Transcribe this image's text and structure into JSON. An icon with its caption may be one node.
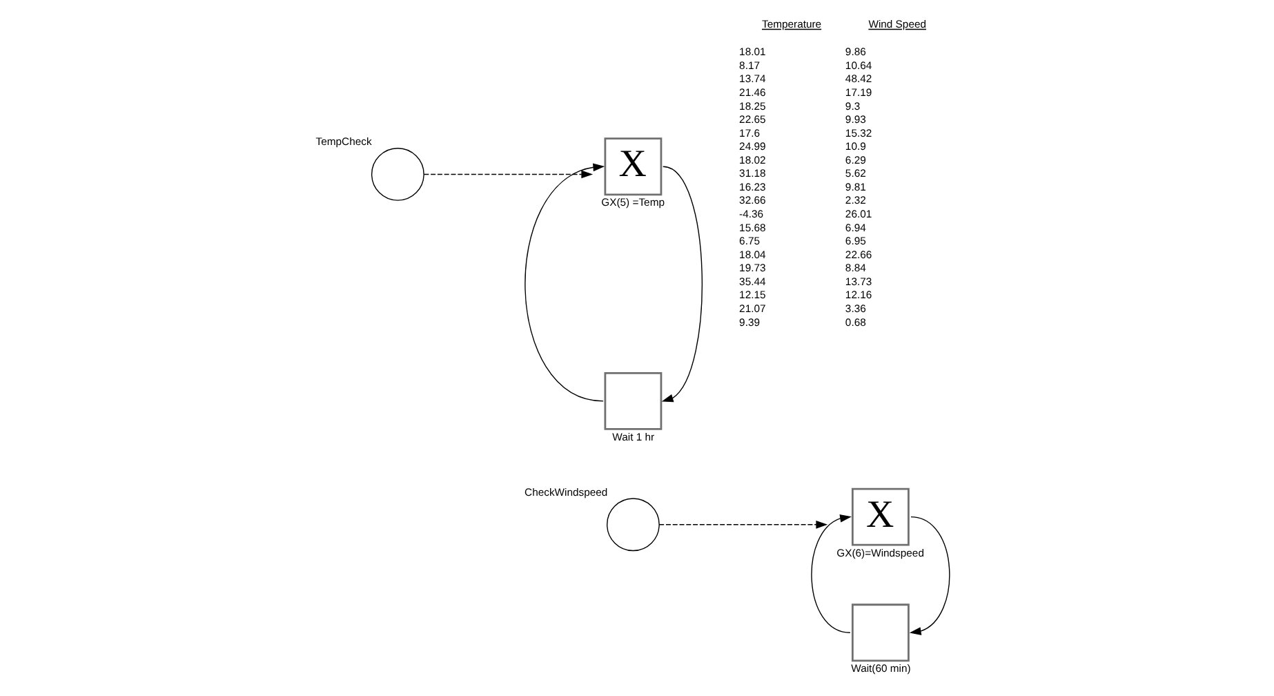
{
  "diagram": {
    "nodes": [
      {
        "text": [
          "TempCheck"
        ]
      },
      {
        "text": [
          "X",
          "GX(5) =Temp"
        ]
      },
      {
        "text": [
          "Wait 1 hr"
        ]
      },
      {
        "text": [
          "CheckWindspeed"
        ]
      },
      {
        "text": [
          "X",
          "GX(6)=Windspeed"
        ]
      },
      {
        "text": [
          "Wait(60 min)"
        ]
      }
    ],
    "edges": [
      {
        "from": 0,
        "to": 1,
        "arrow": "to",
        "style": "dashed"
      },
      {
        "from": 1,
        "to": 2,
        "arrow": "to"
      },
      {
        "from": 2,
        "to": 1,
        "arrow": "to"
      },
      {
        "from": 3,
        "to": 4,
        "arrow": "to",
        "style": "dashed"
      },
      {
        "from": 4,
        "to": 5,
        "arrow": "to"
      },
      {
        "from": 5,
        "to": 4,
        "arrow": "to"
      }
    ],
    "labels": [
      "Temperature",
      "Wind Speed",
      "18.01",
      "9.86",
      "8.17",
      "10.64",
      "13.74",
      "48.42",
      "21.46",
      "17.19",
      "18.25",
      "9.3",
      "22.65",
      "9.93",
      "17.6",
      "15.32",
      "24.99",
      "10.9",
      "18.02",
      "6.29",
      "31.18",
      "5.62",
      "16.23",
      "9.81",
      "32.66",
      "2.32",
      "-4.36",
      "26.01",
      "15.68",
      "6.94",
      "6.75",
      "6.95",
      "18.04",
      "22.66",
      "19.73",
      "8.84",
      "35.44",
      "13.73",
      "12.15",
      "12.16",
      "21.07",
      "3.36",
      "9.39",
      "0.68"
    ]
  }
}
